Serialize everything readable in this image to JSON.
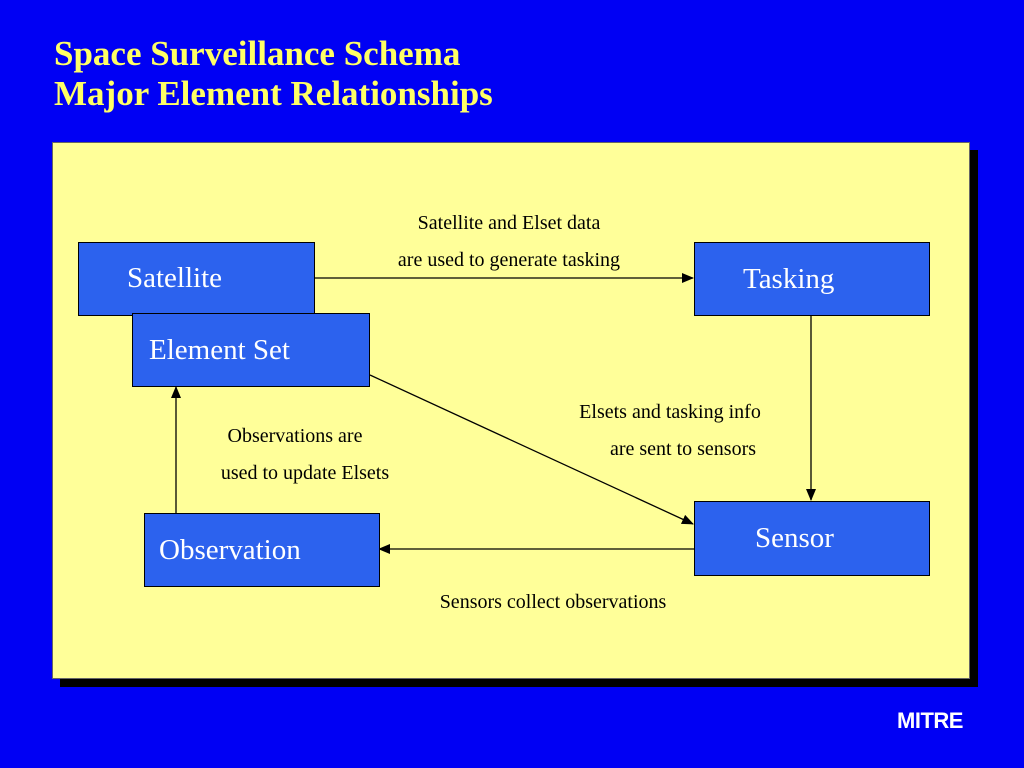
{
  "slide": {
    "title_line1": "Space Surveillance Schema",
    "title_line2": "Major Element Relationships",
    "logo": "MITRE"
  },
  "colors": {
    "background": "#0000f4",
    "title": "#ffff66",
    "panel": "#ffff99",
    "box_fill": "#2c62ee",
    "box_text": "#ffffff"
  },
  "nodes": {
    "satellite": "Satellite",
    "element_set": "Element Set",
    "tasking": "Tasking",
    "sensor": "Sensor",
    "observation": "Observation"
  },
  "edges": {
    "satellite_tasking_line1": "Satellite and  Elset data",
    "satellite_tasking_line2": "are used to generate tasking",
    "elsets_sensor_line1": "Elsets and tasking info",
    "elsets_sensor_line2": "are sent to sensors",
    "observation_elset_line1": "Observations are",
    "observation_elset_line2": "used to update  Elsets",
    "sensor_observation": "Sensors collect observations"
  }
}
